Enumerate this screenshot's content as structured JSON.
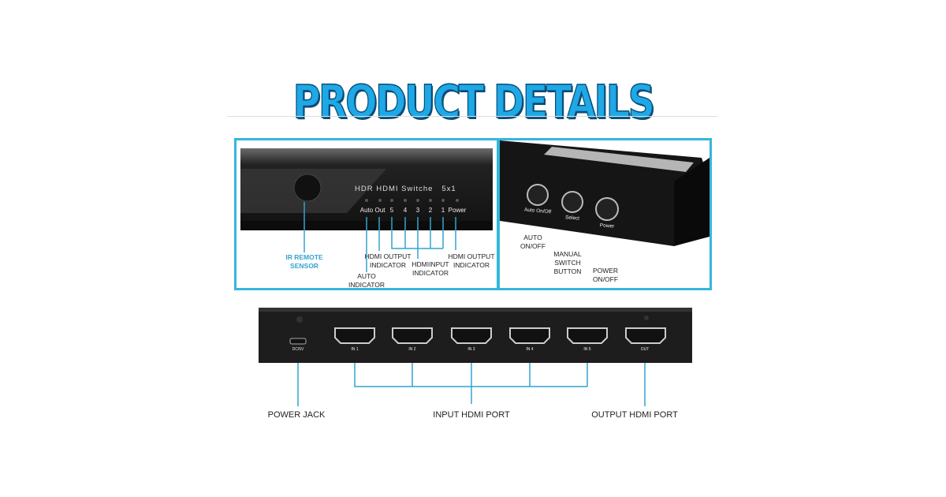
{
  "title": "PRODUCT DETAILS",
  "front_panel": {
    "model_text": "HDR HDMI Switche",
    "model_ratio": "5x1",
    "indicators": [
      "Auto",
      "Out",
      "5",
      "4",
      "3",
      "2",
      "1",
      "Power"
    ],
    "callouts": {
      "ir": "IR REMOTE SENSOR",
      "auto": "AUTO INDICATOR",
      "out": "HDMI OUTPUT INDICATOR",
      "input": "HDMIINPUT INDICATOR",
      "power": "HDMI OUTPUT INDICATOR"
    }
  },
  "side_panel": {
    "buttons": [
      "Auto On/Off",
      "Select",
      "Power"
    ],
    "callouts": {
      "auto": "AUTO ON/OFF",
      "select": "MANUAL SWITCH BUTTON",
      "power": "POWER ON/OFF"
    }
  },
  "rear_panel": {
    "port_labels": [
      "DC/5V",
      "IN 1",
      "IN 2",
      "IN 3",
      "IN 4",
      "IN 5",
      "OUT"
    ],
    "callouts": {
      "power": "POWER JACK",
      "input": "INPUT HDMI PORT",
      "output": "OUTPUT HDMI PORT"
    }
  },
  "colors": {
    "accent": "#1fa8e6",
    "line": "#34b6dc",
    "device": "#1c1c1c"
  }
}
